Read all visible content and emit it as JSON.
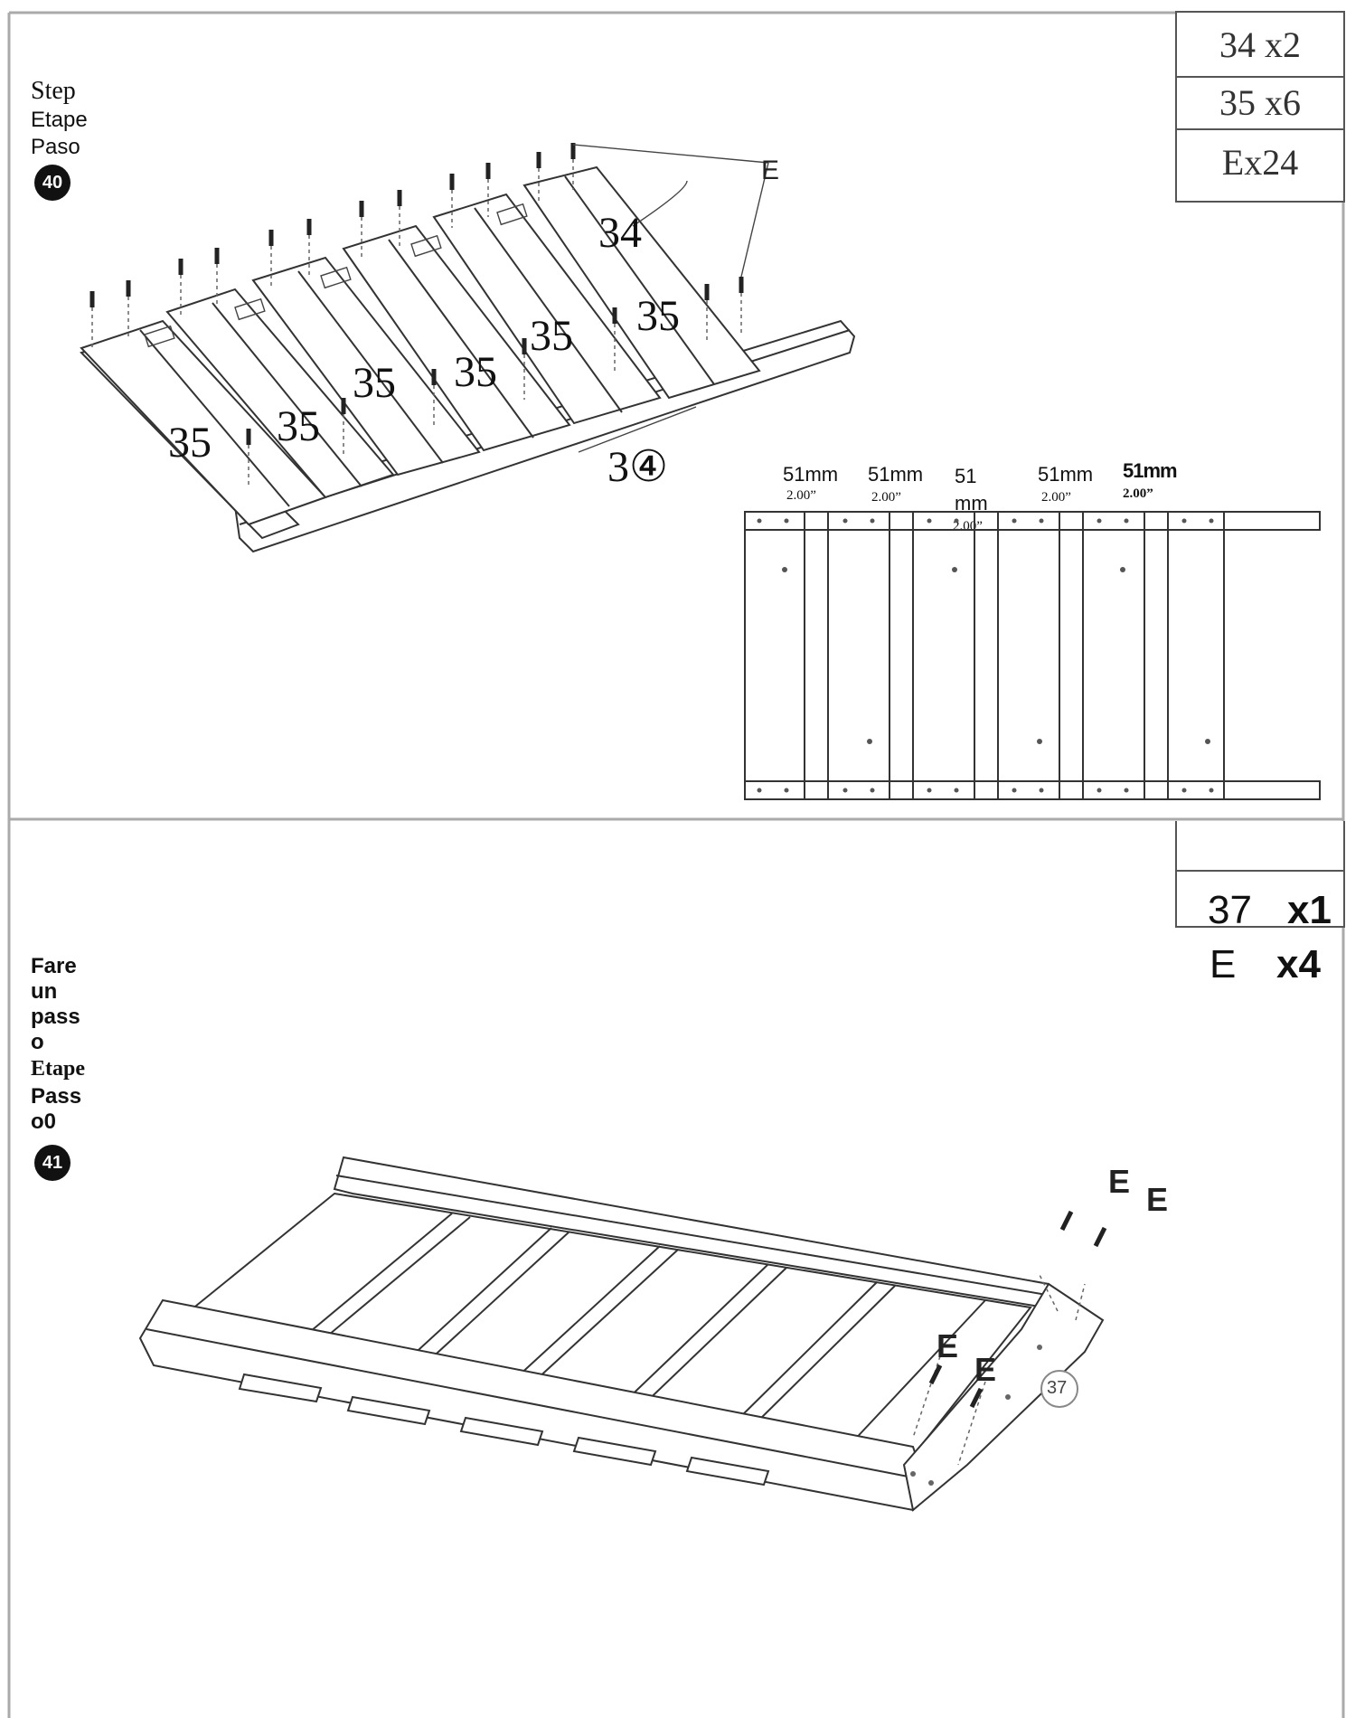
{
  "step40": {
    "label_lines": [
      "Step",
      "Etape",
      "Paso"
    ],
    "number": "40",
    "parts_box": [
      "34  x2",
      "35  x6",
      "Ex24"
    ],
    "callouts": {
      "e": "E",
      "part34": "34",
      "part34_circled": "3④",
      "part35": "35"
    },
    "dimensions": [
      {
        "mm": "51mm",
        "in": "2.00”"
      },
      {
        "mm": "51mm",
        "in": "2.00”"
      },
      {
        "mm": "51\nmm",
        "in": "2.00”"
      },
      {
        "mm": "51mm",
        "in": "2.00”"
      },
      {
        "mm": "51mm",
        "in": "2.00”"
      }
    ]
  },
  "step41": {
    "label_lines": [
      "Fare",
      "un",
      "pass",
      "o",
      "Etape",
      "Pass",
      "o0"
    ],
    "number": "41",
    "parts": {
      "line1_part": "37",
      "line1_qty": "x1",
      "line2_part": "E",
      "line2_qty": "x4"
    },
    "callouts": {
      "e": "E",
      "part37": "37"
    }
  }
}
